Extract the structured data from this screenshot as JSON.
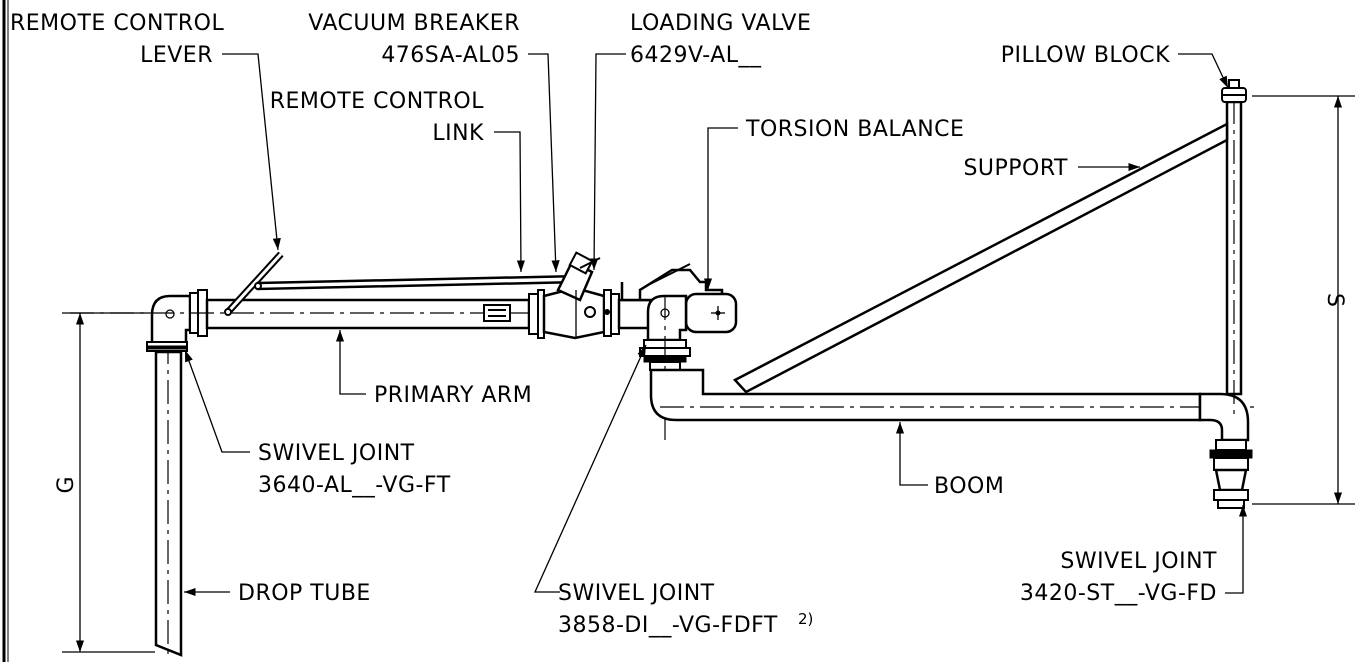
{
  "labels": {
    "remote_control_lever_l1": "REMOTE CONTROL",
    "remote_control_lever_l2": "LEVER",
    "vacuum_breaker_l1": "VACUUM BREAKER",
    "vacuum_breaker_l2": "476SA-AL05",
    "loading_valve_l1": "LOADING VALVE",
    "loading_valve_l2": "6429V-AL__",
    "pillow_block": "PILLOW BLOCK",
    "remote_control_link_l1": "REMOTE CONTROL",
    "remote_control_link_l2": "LINK",
    "torsion_balance": "TORSION BALANCE",
    "support": "SUPPORT",
    "primary_arm": "PRIMARY ARM",
    "swivel_joint_1_l1": "SWIVEL JOINT",
    "swivel_joint_1_l2": "3640-AL__-VG-FT",
    "boom": "BOOM",
    "drop_tube": "DROP TUBE",
    "swivel_joint_2_l1": "SWIVEL JOINT",
    "swivel_joint_2_l2": "3858-DI__-VG-FDFT",
    "swivel_joint_2_note": "2)",
    "swivel_joint_3_l1": "SWIVEL JOINT",
    "swivel_joint_3_l2": "3420-ST__-VG-FD"
  },
  "dimensions": {
    "g": "G",
    "s": "S"
  }
}
